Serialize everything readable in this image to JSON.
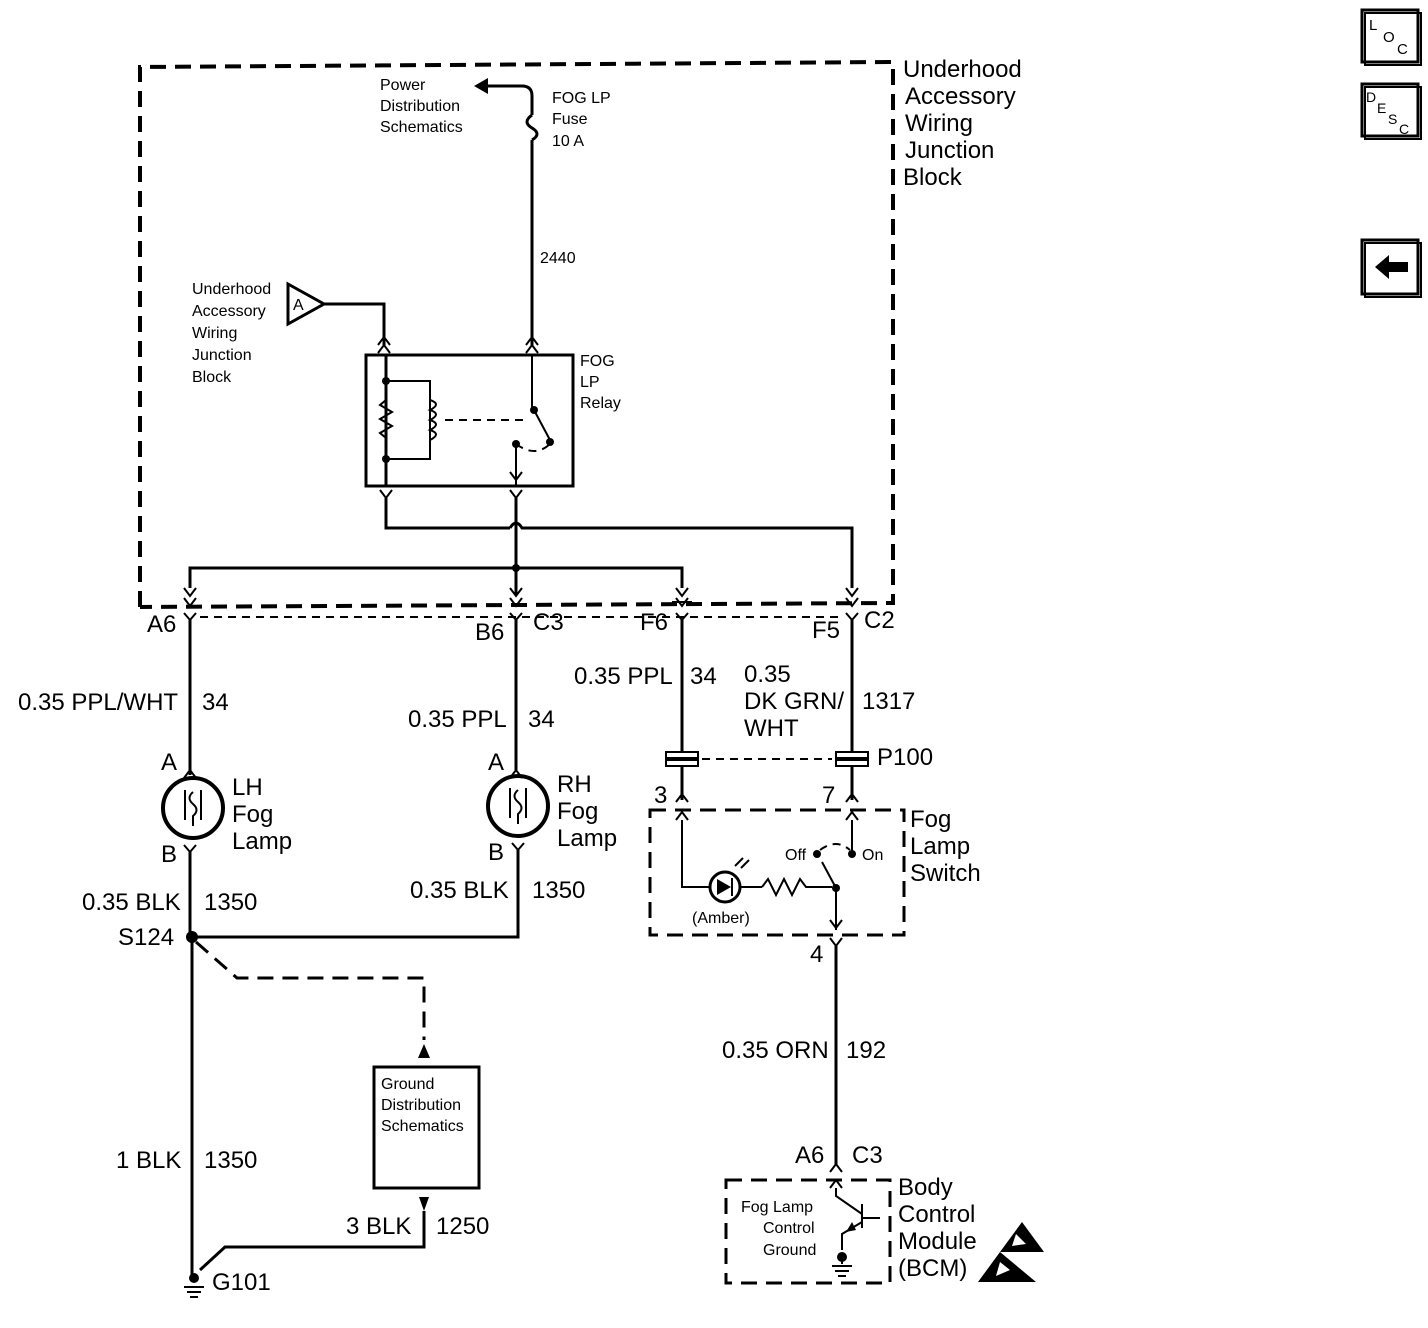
{
  "nav": {
    "loc": {
      "l": "L",
      "o": "O",
      "c": "C"
    },
    "desc": {
      "d": "D",
      "e": "E",
      "s": "S",
      "c": "C"
    }
  },
  "blocks": {
    "underhood_title": [
      "Underhood",
      "Accessory",
      "Wiring",
      "Junction",
      "Block"
    ],
    "underhood_ref": [
      "Underhood",
      "Accessory",
      "Wiring",
      "Junction",
      "Block"
    ],
    "ref_a": "A",
    "power_ref": [
      "Power",
      "Distribution",
      "Schematics"
    ],
    "fuse": [
      "FOG LP",
      "Fuse",
      "10 A"
    ],
    "relay": [
      "FOG",
      "LP",
      "Relay"
    ],
    "lh_lamp": [
      "LH",
      "Fog",
      "Lamp"
    ],
    "rh_lamp": [
      "RH",
      "Fog",
      "Lamp"
    ],
    "switch": [
      "Fog",
      "Lamp",
      "Switch"
    ],
    "bcm": [
      "Body",
      "Control",
      "Module",
      "(BCM)"
    ],
    "bcm_inner": [
      "Fog Lamp",
      "Control",
      "Ground"
    ],
    "ground_ref": [
      "Ground",
      "Distribution",
      "Schematics"
    ],
    "switch_off": "Off",
    "switch_on": "On",
    "amber": "(Amber)"
  },
  "connectors": {
    "a6": "A6",
    "b6": "B6",
    "c3": "C3",
    "f6": "F6",
    "f5": "F5",
    "c2": "C2",
    "lh_a": "A",
    "lh_b": "B",
    "rh_a": "A",
    "rh_b": "B",
    "sw_3": "3",
    "sw_7": "7",
    "sw_4": "4",
    "bcm_a6": "A6",
    "bcm_c3": "C3",
    "p100": "P100",
    "s124": "S124",
    "g101": "G101"
  },
  "wires": {
    "w2440": "2440",
    "lh_color": "0.35 PPL/WHT",
    "lh_circ": "34",
    "rh_color": "0.35 PPL",
    "rh_circ": "34",
    "f6_color": "0.35 PPL",
    "f6_circ": "34",
    "f5_color": [
      "0.35",
      "DK GRN/",
      "WHT"
    ],
    "f5_circ": "1317",
    "lh_gnd_color": "0.35 BLK",
    "lh_gnd_circ": "1350",
    "rh_gnd_color": "0.35 BLK",
    "rh_gnd_circ": "1350",
    "main_gnd_color": "1 BLK",
    "main_gnd_circ": "1350",
    "g_ref_color": "3 BLK",
    "g_ref_circ": "1250",
    "orn_color": "0.35 ORN",
    "orn_circ": "192"
  }
}
